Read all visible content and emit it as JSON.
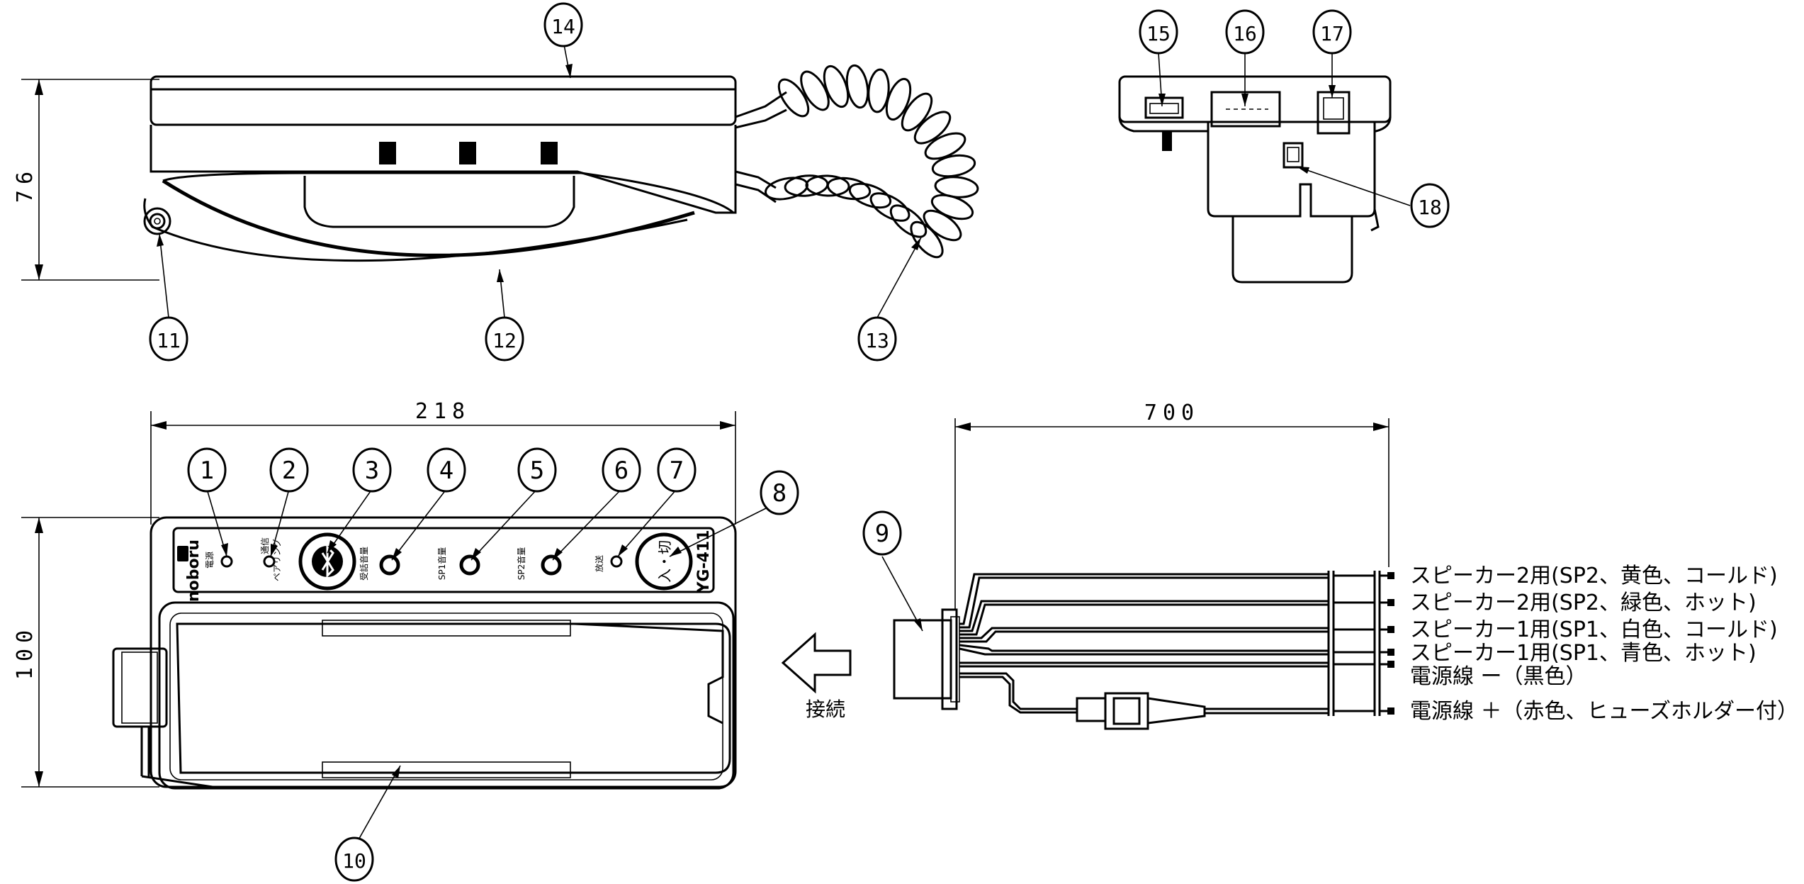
{
  "callouts": [
    "1",
    "2",
    "3",
    "4",
    "5",
    "6",
    "7",
    "8",
    "9",
    "10",
    "11",
    "12",
    "13",
    "14",
    "15",
    "16",
    "17",
    "18"
  ],
  "dimensions": {
    "height_side": "76",
    "width_front": "218",
    "height_front": "100",
    "cable_length": "700"
  },
  "connect_label": "接続",
  "wires": [
    "スピーカー2用(SP2、黄色、コールド)",
    "スピーカー2用(SP2、緑色、ホット)",
    "スピーカー1用(SP1、白色、コールド)",
    "スピーカー1用(SP1、青色、ホット)",
    "電源線 ー（黒色）",
    "電源線 ＋（赤色、ヒューズホルダー付）"
  ],
  "panel": {
    "brand": "noboru",
    "power_label": "電源",
    "pairing_label": "ペアリング",
    "pairing_label2": "通信",
    "rx_vol_label": "受話音量",
    "sp1_vol_label": "SP1音量",
    "sp2_vol_label": "SP2音量",
    "broadcast_label": "放送",
    "onoff_label": "入・切",
    "model": "YG-411"
  }
}
